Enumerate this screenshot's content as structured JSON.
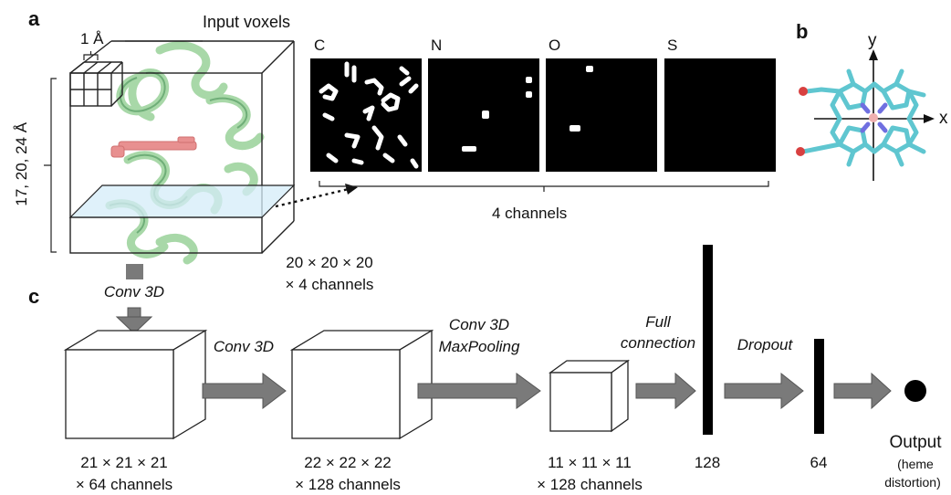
{
  "panels": {
    "a": "a",
    "b": "b",
    "c": "c"
  },
  "input": {
    "title": "Input voxels",
    "scale": "1 Å",
    "box_side": "17, 20, 24 Å"
  },
  "channels": {
    "names": [
      "C",
      "N",
      "O",
      "S"
    ],
    "caption": "4 channels"
  },
  "axes": {
    "x": "x",
    "y": "y"
  },
  "pipeline": {
    "conv_in": "Conv 3D",
    "input_dims": [
      "20 × 20 × 20",
      "× 4 channels"
    ],
    "step1": "Conv 3D",
    "step2": [
      "Conv 3D",
      "MaxPooling"
    ],
    "step3": [
      "Full",
      "connection"
    ],
    "step4": "Dropout",
    "layer1": [
      "21 × 21 × 21",
      "× 64 channels"
    ],
    "layer2": [
      "22 × 22 × 22",
      "× 128 channels"
    ],
    "layer3": [
      "11 × 11 × 11",
      "× 128 channels"
    ],
    "dense1": "128",
    "dense2": "64",
    "output": "Output",
    "output_note": [
      "(heme",
      "distortion)"
    ]
  },
  "colors": {
    "protein": "#a8d8a8",
    "protein_dark": "#6fae78",
    "heme": "#e89090",
    "slice": "#d4ecf8",
    "arrow": "#7a7a7a",
    "porphyrin": "#5fc6d0",
    "nitrogen": "#6f6fe0",
    "oxygen": "#d84040"
  }
}
